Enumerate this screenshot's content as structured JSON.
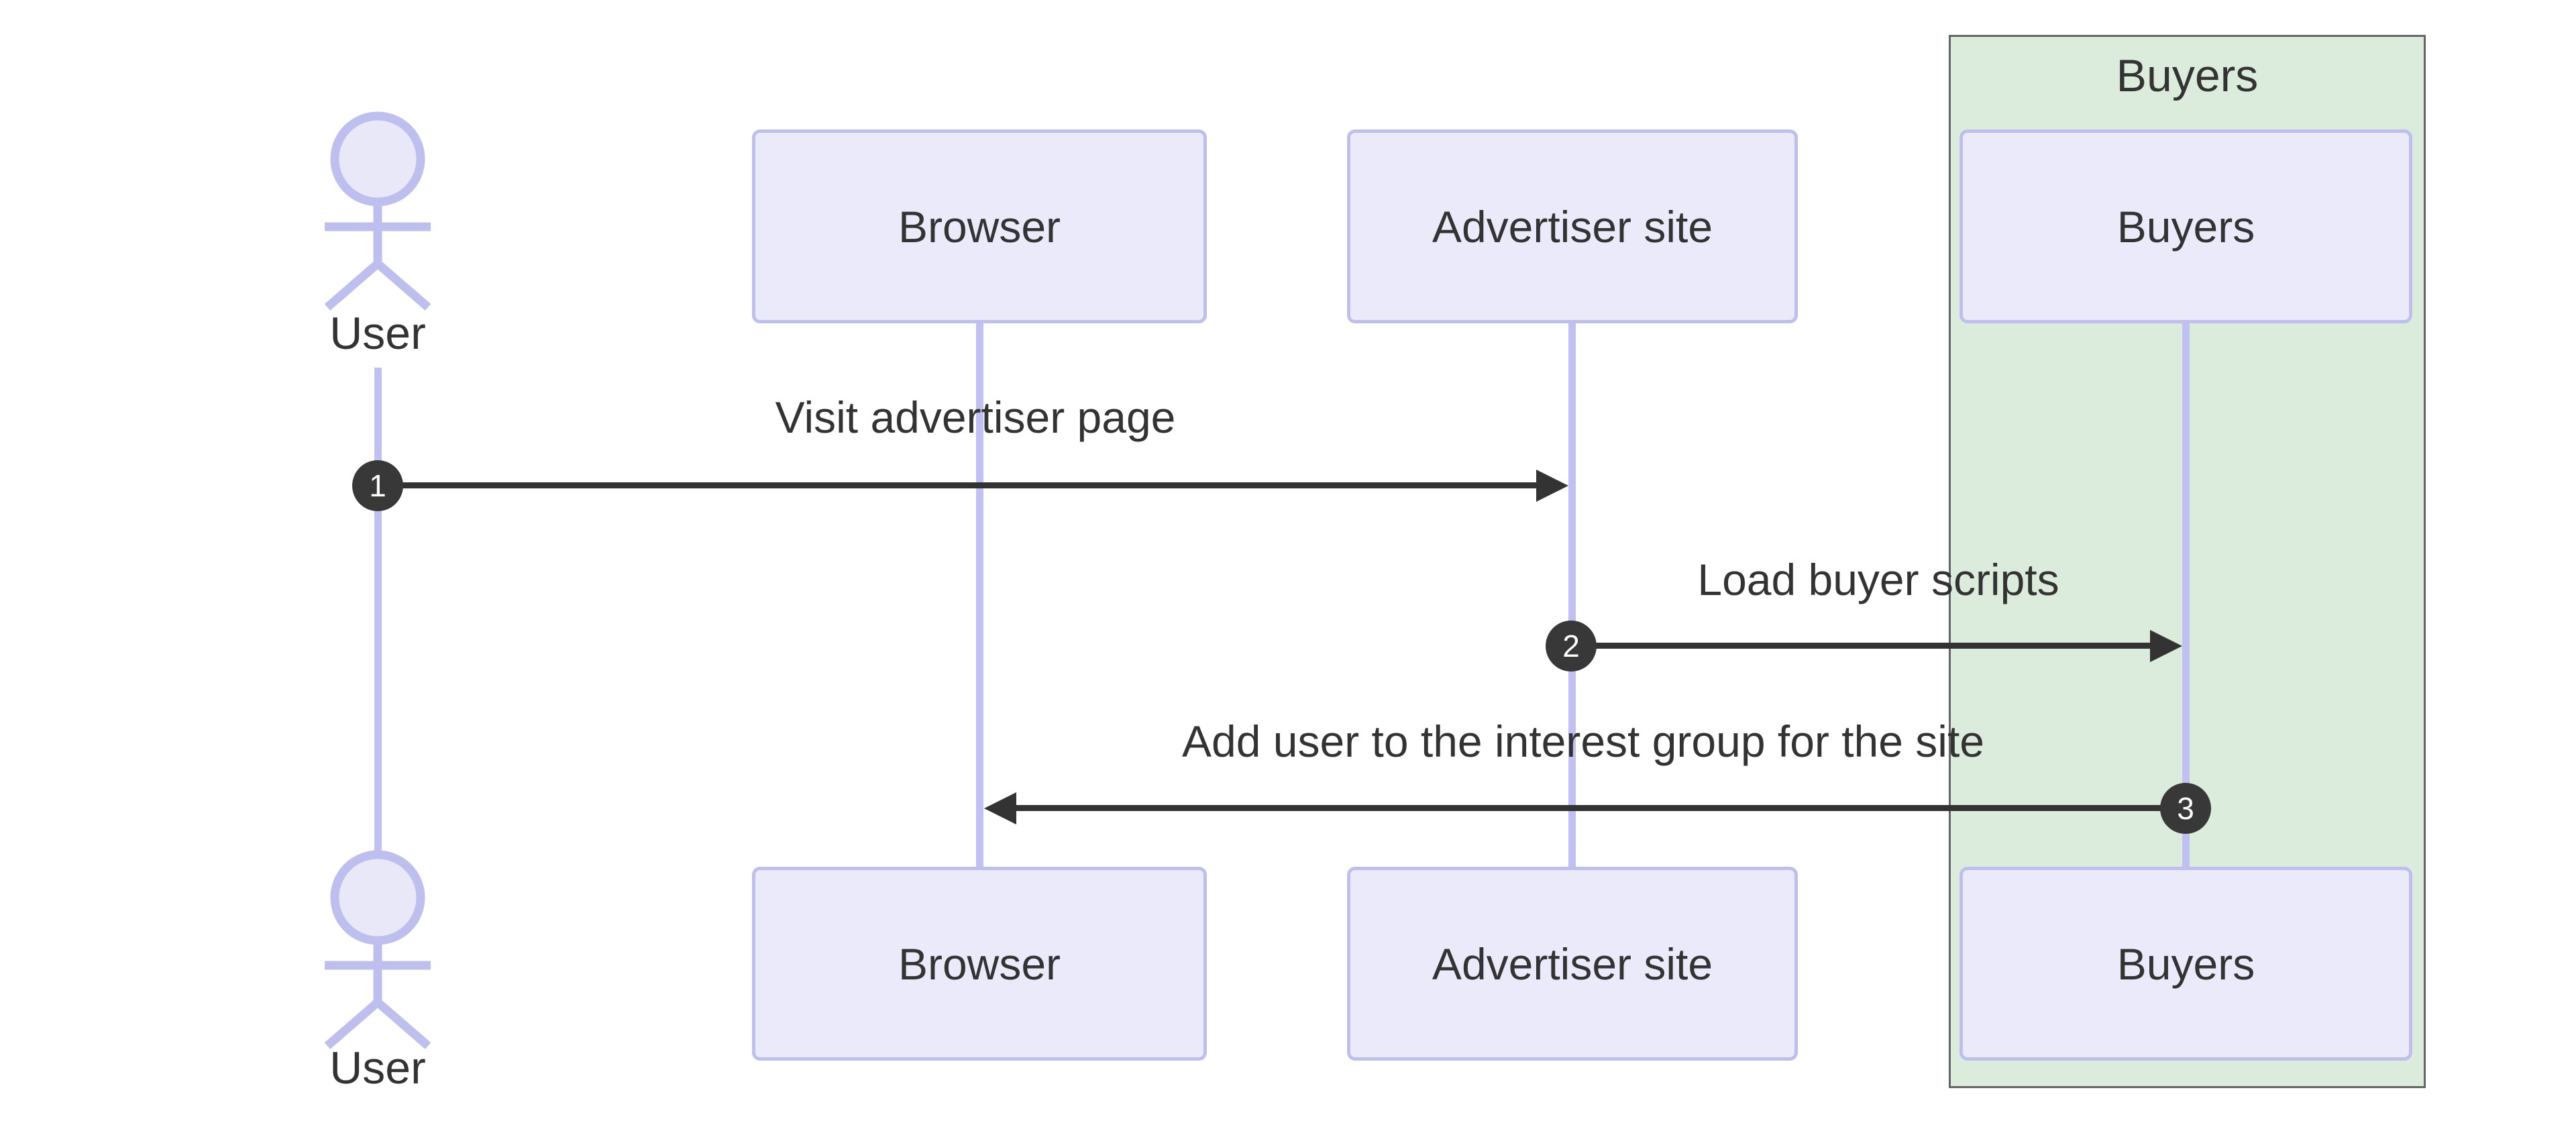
{
  "diagram": {
    "type": "sequence-diagram",
    "description": "UML sequence diagram showing a user visiting an advertiser page, the advertiser site loading buyer scripts, and the buyer adding the user to an interest group"
  },
  "actor": {
    "label": "User"
  },
  "participants": [
    {
      "label": "Browser"
    },
    {
      "label": "Advertiser site"
    },
    {
      "label": "Buyers"
    }
  ],
  "group": {
    "label": "Buyers"
  },
  "messages": [
    {
      "number": "1",
      "label": "Visit advertiser page",
      "from": "User",
      "to": "Advertiser site"
    },
    {
      "number": "2",
      "label": "Load buyer scripts",
      "from": "Advertiser site",
      "to": "Buyers"
    },
    {
      "number": "3",
      "label": "Add user to the interest group for the site",
      "from": "Buyers",
      "to": "Browser"
    }
  ],
  "colors": {
    "participant_fill": "#eaeafb",
    "participant_border": "#bfbfef",
    "lifeline": "#c0c0f2",
    "actor_head_fill": "#e8e8f8",
    "group_fill": "#dcecdc",
    "group_border": "#666666",
    "arrow": "#333333",
    "badge_fill": "#383838",
    "badge_text": "#ffffff",
    "text": "#333333"
  }
}
